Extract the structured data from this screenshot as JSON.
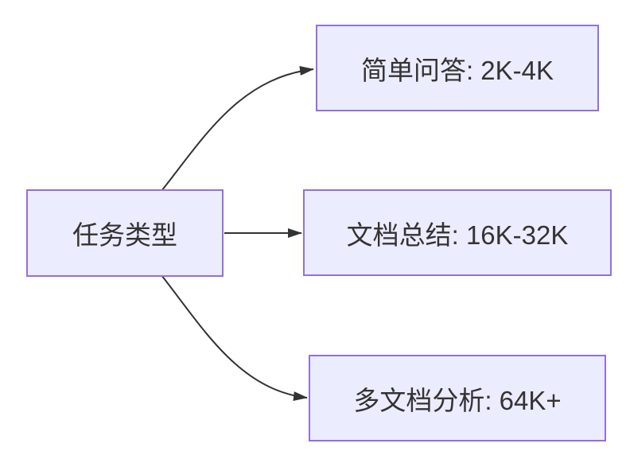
{
  "diagram": {
    "type": "flowchart",
    "direction": "left-to-right",
    "nodes": {
      "root": {
        "id": "root",
        "label": "任务类型"
      },
      "qa": {
        "id": "qa",
        "label": "简单问答: 2K-4K"
      },
      "summary": {
        "id": "summary",
        "label": "文档总结: 16K-32K"
      },
      "multi": {
        "id": "multi",
        "label": "多文档分析: 64K+"
      }
    },
    "edges": [
      {
        "from": "任务类型",
        "to": "简单问答: 2K-4K",
        "style": "curved-up"
      },
      {
        "from": "任务类型",
        "to": "文档总结: 16K-32K",
        "style": "straight"
      },
      {
        "from": "任务类型",
        "to": "多文档分析: 64K+",
        "style": "curved-down"
      }
    ],
    "colors": {
      "node_fill": "#ECECFF",
      "node_border": "#9370DB",
      "edge_stroke": "#333333",
      "text": "#333333",
      "background": "#FFFFFF"
    }
  }
}
